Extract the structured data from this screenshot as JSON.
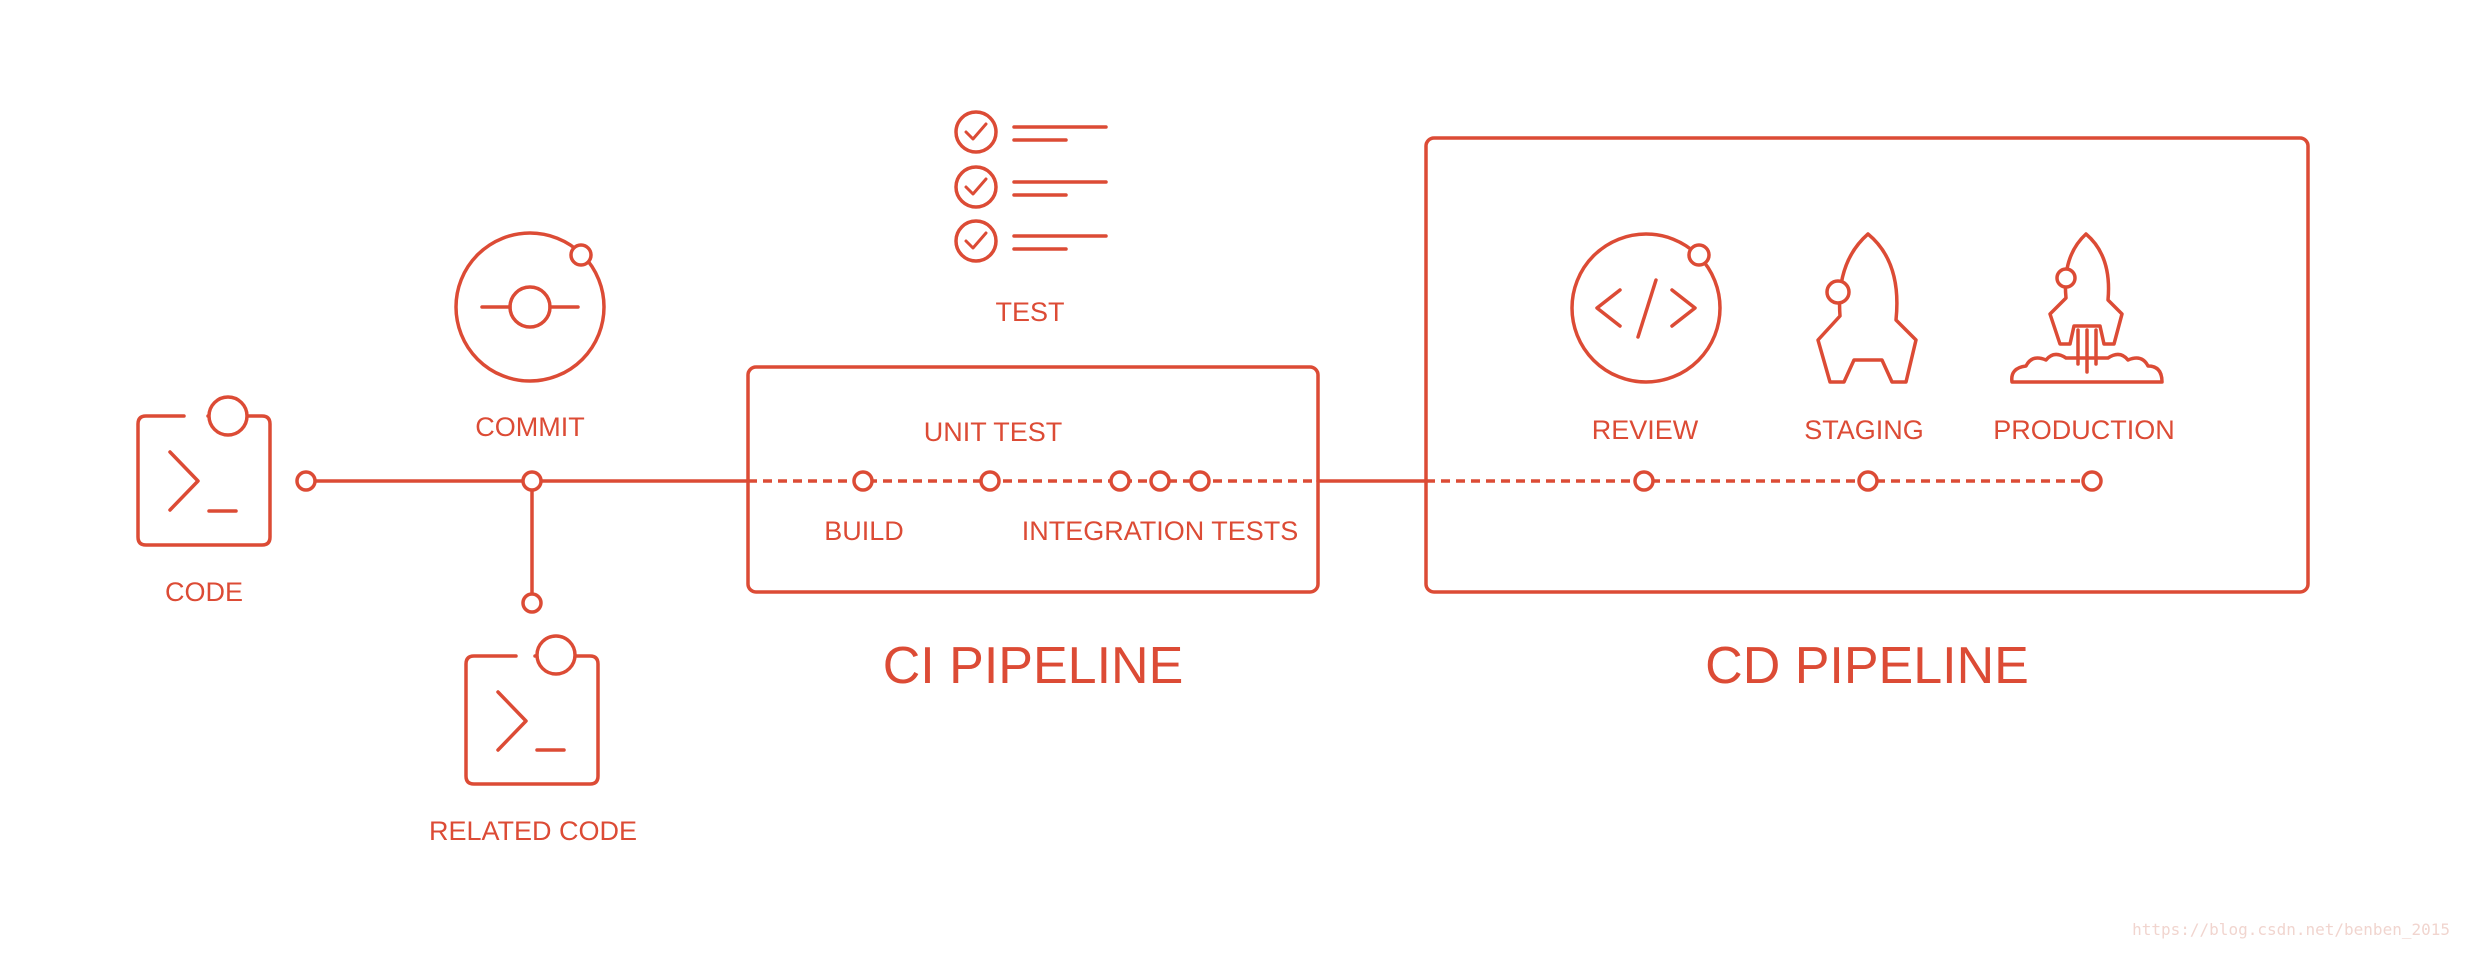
{
  "colors": {
    "accent": "#dc4b35",
    "background": "#ffffff",
    "watermark": "#f1d5cf"
  },
  "icons": {
    "code": "terminal-icon",
    "commit": "commit-icon",
    "related_code": "terminal-icon",
    "test": "checklist-icon",
    "review": "code-review-icon",
    "staging": "rocket-icon",
    "production": "rocket-launch-icon"
  },
  "nodes": {
    "code": "CODE",
    "commit": "COMMIT",
    "related_code": "RELATED CODE",
    "test": "TEST"
  },
  "ci": {
    "title": "CI PIPELINE",
    "unit_test": "UNIT TEST",
    "build": "BUILD",
    "integration_tests": "INTEGRATION TESTS"
  },
  "cd": {
    "title": "CD PIPELINE",
    "review": "REVIEW",
    "staging": "STAGING",
    "production": "PRODUCTION"
  },
  "watermark": "https://blog.csdn.net/benben_2015"
}
